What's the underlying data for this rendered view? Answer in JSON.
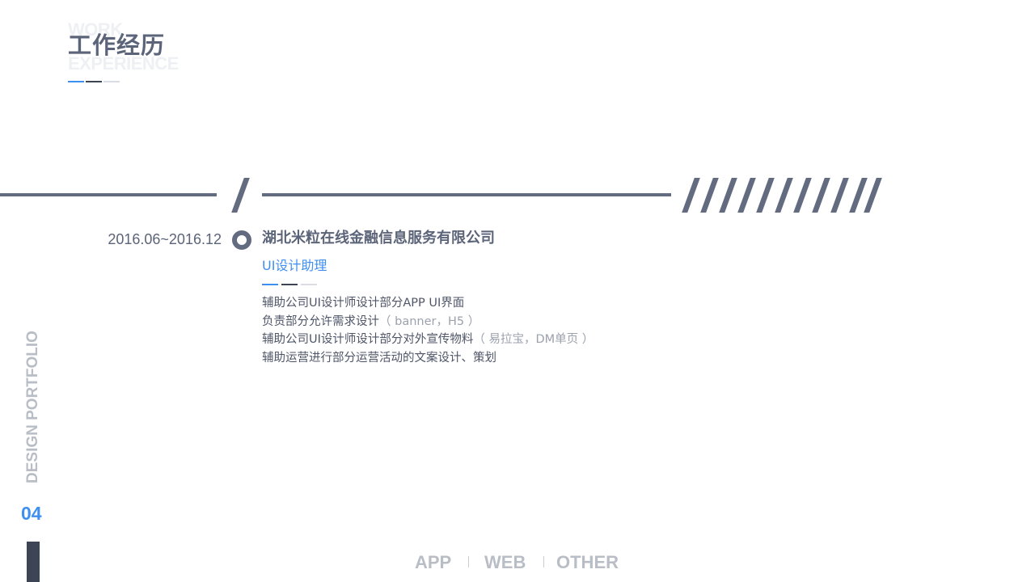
{
  "header": {
    "bg_word_1": "WORK",
    "bg_word_2": "EXPERIENCE",
    "title": "工作经历"
  },
  "experience": {
    "date": "2016.06~2016.12",
    "company": "湖北米粒在线金融信息服务有限公司",
    "role": "UI设计助理",
    "duties": [
      {
        "text": "辅助公司UI设计师设计部分APP UI界面",
        "note": ""
      },
      {
        "text": "负责部分允许需求设计",
        "note": "（ banner，H5 ）"
      },
      {
        "text": "辅助公司UI设计师设计部分对外宣传物料",
        "note": "（ 易拉宝，DM单页 ）"
      },
      {
        "text": "辅助运营进行部分运营活动的文案设计、策划",
        "note": ""
      }
    ]
  },
  "sidebar": {
    "vertical_text": "DESIGN PORTFOLIO",
    "page_number": "04"
  },
  "nav": {
    "items": [
      "APP",
      "WEB",
      "OTHER"
    ]
  },
  "colors": {
    "primary_text": "#5c6479",
    "accent_blue": "#3f8ff0",
    "line_gray": "#636b81",
    "muted": "#b9bdc6"
  }
}
